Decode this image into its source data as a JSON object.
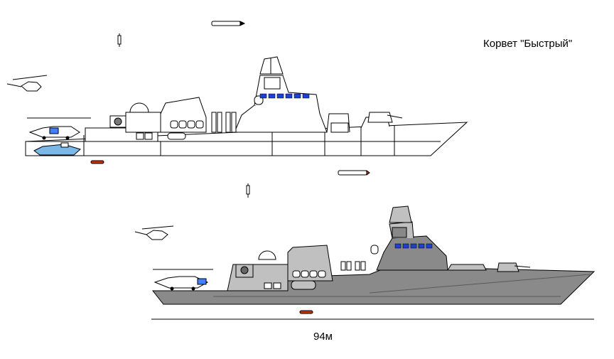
{
  "title": "Корвет \"Быстрый\"",
  "scale_label": "94м",
  "colors": {
    "outline": "#000000",
    "hull_paint": "#8a8a8a",
    "superstructure_paint": "#c0c0c0",
    "window_blue": "#1f3fd0",
    "helicopter_blue": "#4080ff",
    "boat_blue": "#7ab8e8",
    "torpedo_red": "#c83200",
    "background": "#ffffff"
  },
  "views": [
    {
      "name": "line-drawing",
      "style": "outline"
    },
    {
      "name": "painted-profile",
      "style": "gray"
    }
  ],
  "icons": [
    "helicopter-icon",
    "drone-icon",
    "missile-icon",
    "torpedo-icon",
    "radar-dome-icon",
    "gun-turret-icon",
    "boat-icon"
  ]
}
